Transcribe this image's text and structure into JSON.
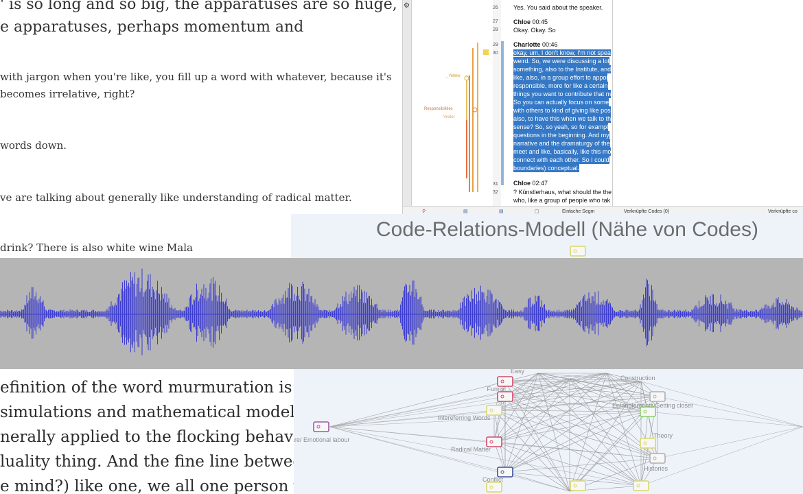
{
  "top_transcript": {
    "lines": [
      "' is so long and so big, the apparatuses are so huge, t",
      "e apparatuses, perhaps momentum and",
      "with jargon when you're like, you fill up a word with whatever, because it's",
      "becomes irrelative, right?",
      "words down.",
      "ve are talking about generally like understanding of radical matter.",
      "drink? There is also white wine Mala"
    ]
  },
  "maxqda": {
    "segments": [
      {
        "num": "26",
        "speaker": "",
        "time": "",
        "text": "Yes. You said about the speaker."
      },
      {
        "num": "27",
        "speaker": "Chloe",
        "time": "00:45",
        "text": ""
      },
      {
        "num": "28",
        "speaker": "",
        "time": "",
        "text": "Okay. Okay. So"
      },
      {
        "num": "29",
        "speaker": "Charlotte",
        "time": "00:46",
        "text": ""
      },
      {
        "num": "30",
        "speaker": "",
        "time": "",
        "text": "okay, um, I don't know, I'm not spea"
      },
      {
        "num": "31",
        "speaker": "Chloe",
        "time": "02:47",
        "text": ""
      },
      {
        "num": "32",
        "speaker": "",
        "time": "",
        "text": "? Künstlerhaus, what should the the"
      }
    ],
    "selected_lines": [
      "weird. So, we were discussing a lot",
      "something, also to the Institute, and",
      "like, also, in a group effort to appoi",
      "responsible, more for like a certain",
      "things you want to contribute that m",
      "So you can actually focus on some",
      "with others to kind of giving like pos",
      "also, to have this when we talk to th",
      "sense? So, so yeah, so for exampl",
      "questions in the beginning. And my",
      "narrative and the dramaturgy of the",
      "meet and like, basically, like this mo",
      "connect with each other. So I could",
      "boundaries) conceptual."
    ],
    "last_line": "who, like a group of people who tak",
    "code_labels": {
      "yellow": "_Yellow",
      "responsibilities": "Responsibilities",
      "visitor": "Visitor"
    },
    "bottom_bar": {
      "segment_label": "Einfache Segm",
      "linked_codes": "Verknüpfte Codes (0)",
      "linked_codes_right": "Verknüpfte co"
    }
  },
  "graph": {
    "title": "Code-Relations-Modell (Nähe von Codes)",
    "left_nodes": [
      {
        "label": "Easy",
        "color": "#d04a6a"
      },
      {
        "label": "Funny",
        "color": "#d04a6a"
      },
      {
        "label": "Intereferring Words",
        "color": "#d8d86a"
      },
      {
        "label": "Radical Matter",
        "color": "#d04a6a"
      },
      {
        "label": "Conflict",
        "color": "#3d4f9e"
      }
    ],
    "right_nodes": [
      {
        "label": "Construction",
        "color": "#b0b0b0"
      },
      {
        "label": "Entanglements/Getting closer",
        "color": "#8ccf6a"
      },
      {
        "label": "Theory",
        "color": "#b0b0b0"
      },
      {
        "label": "Histories",
        "color": "#d8d86a"
      }
    ],
    "side_node": {
      "label": "are/ Emotional labour",
      "color": "#a05aa0"
    }
  },
  "waveform": {
    "color": "#3b3bd0"
  },
  "bottom_transcript": {
    "lines": [
      "efinition of the word murmuration is",
      "simulations and mathematical models",
      "nerally applied to the flocking behavio",
      "luality thing. And the fine line betwee",
      "e mind?) like one, we all one person v"
    ]
  }
}
